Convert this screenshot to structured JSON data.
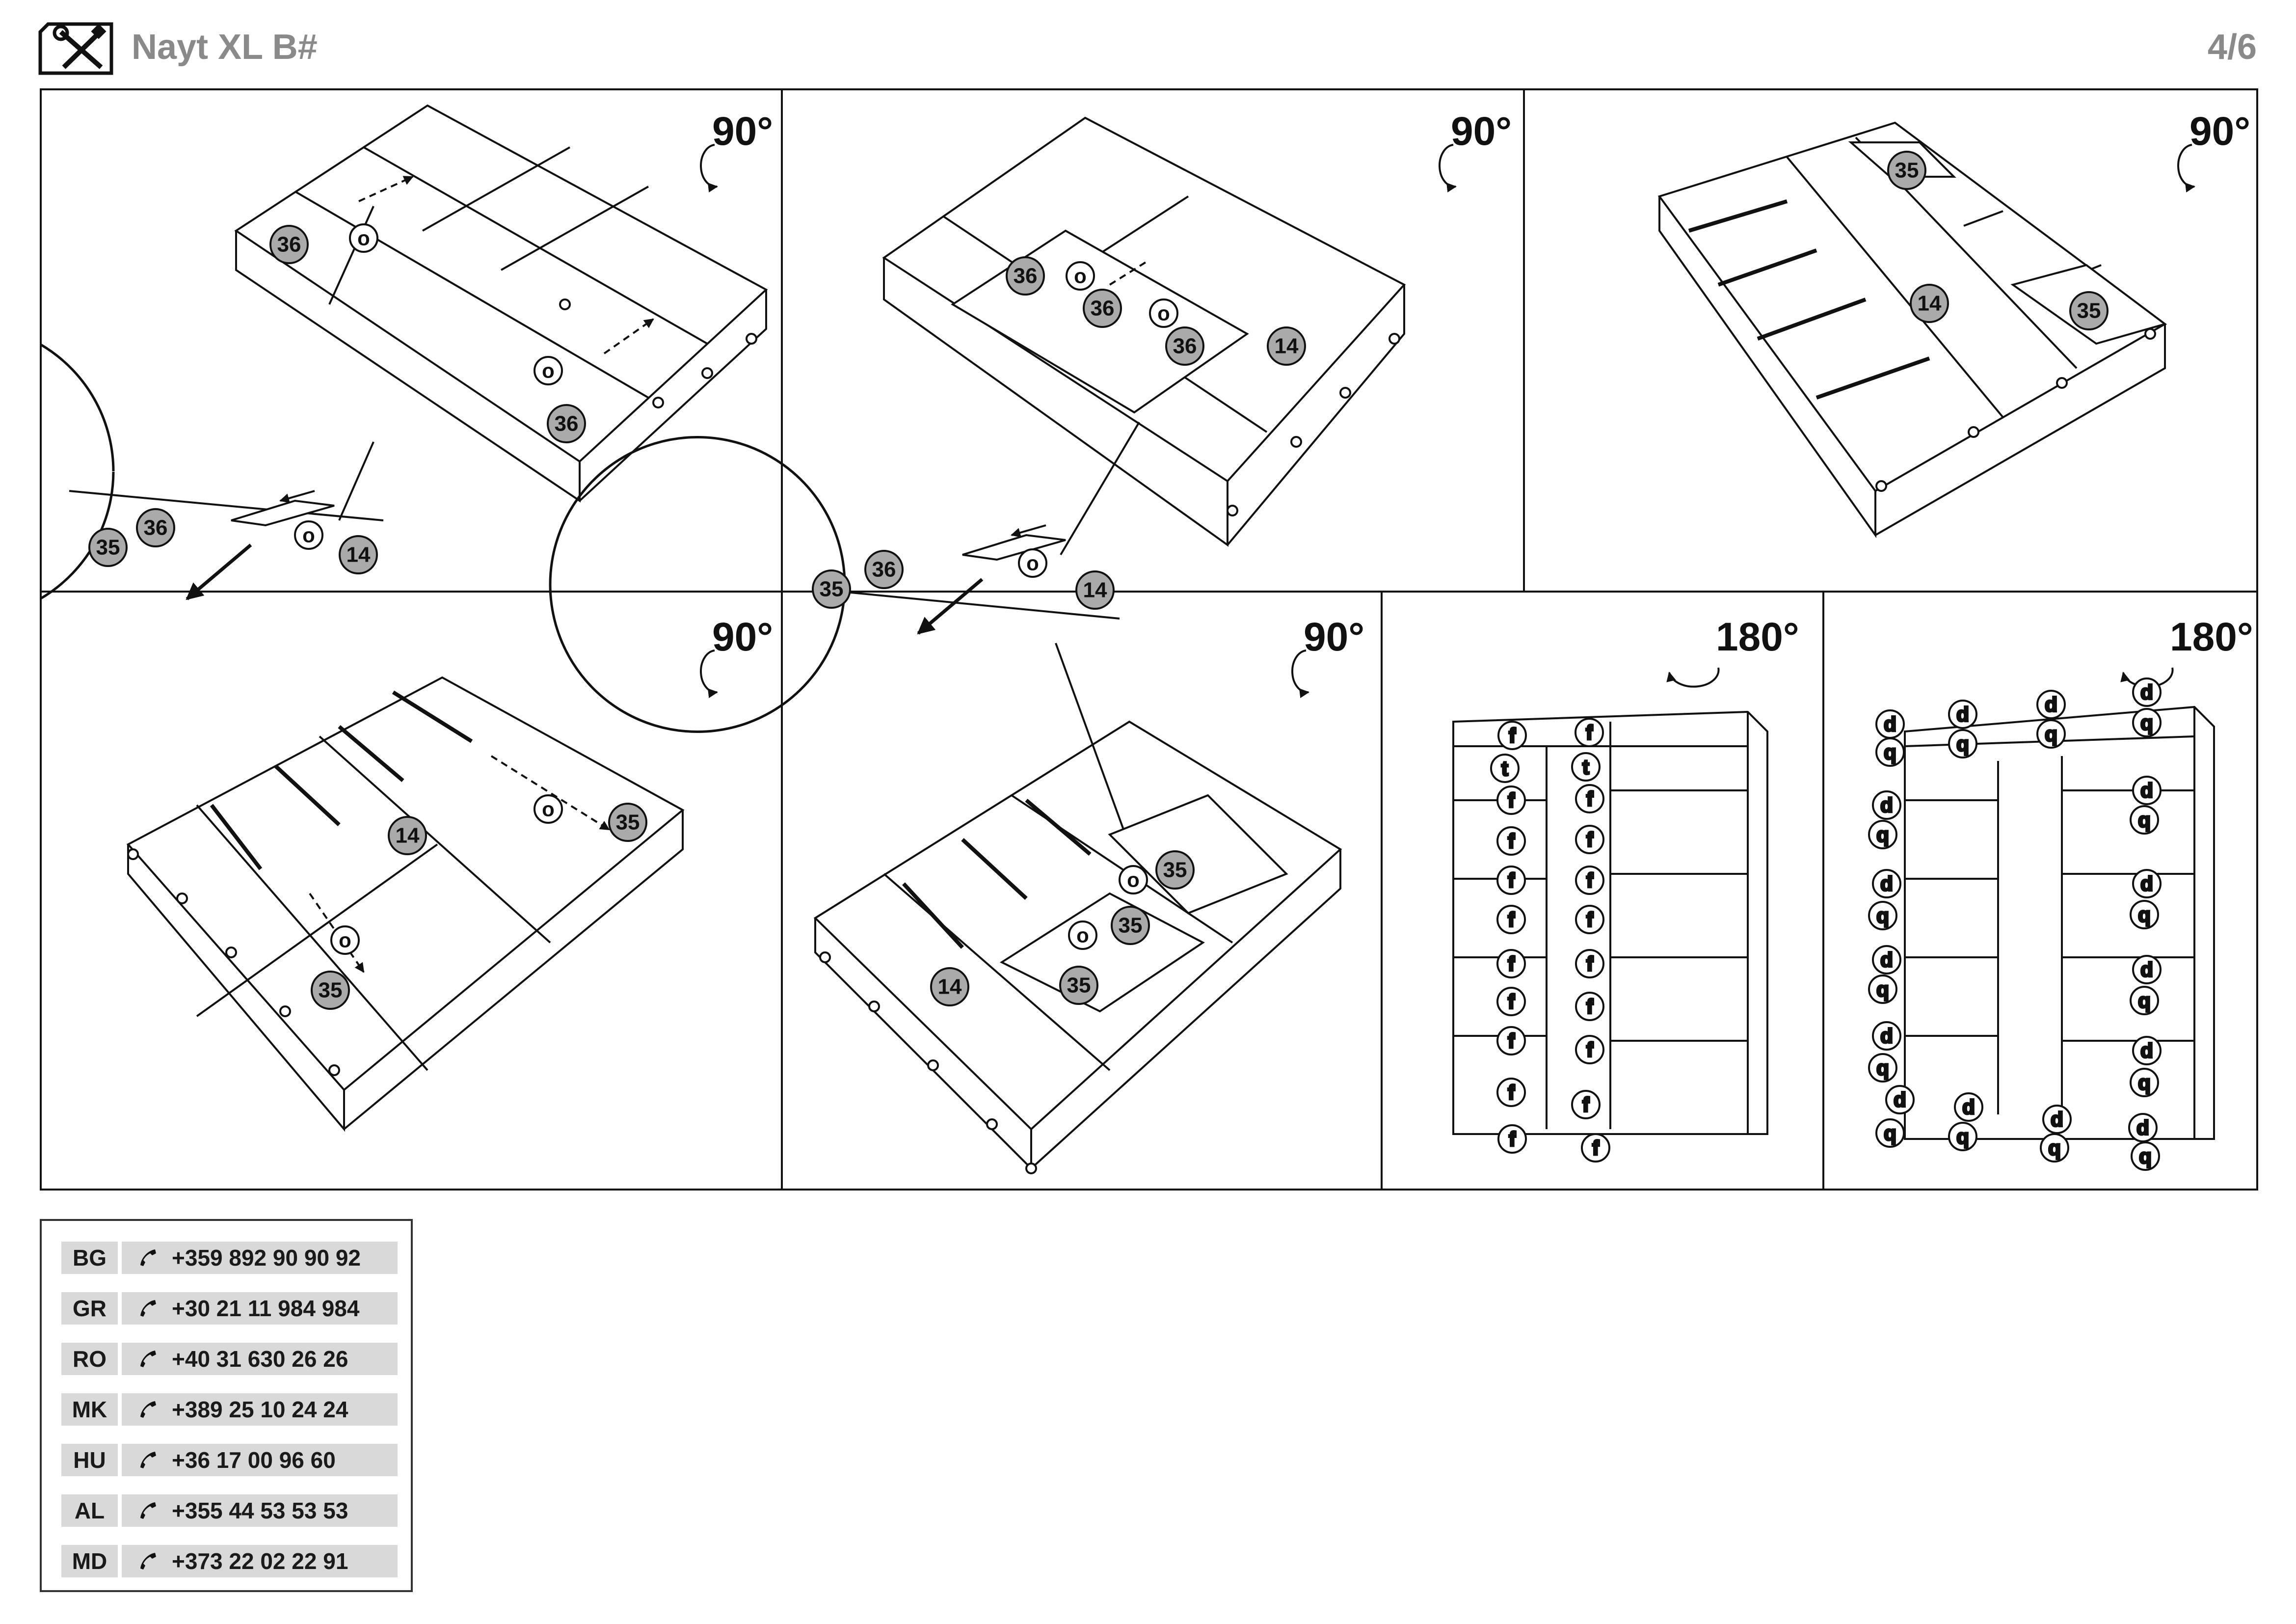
{
  "header": {
    "title": "Nayt XL B#",
    "page": "4/6",
    "icon": "tools-icon"
  },
  "steps": [
    {
      "rotation": "90°",
      "part_labels": [
        "36",
        "o",
        "o",
        "36",
        "35",
        "36",
        "o",
        "14"
      ]
    },
    {
      "rotation": "90°",
      "part_labels": [
        "36",
        "o",
        "36",
        "o",
        "36",
        "14",
        "35",
        "36",
        "o",
        "14"
      ]
    },
    {
      "rotation": "90°",
      "part_labels": [
        "35",
        "14",
        "35"
      ]
    },
    {
      "rotation": "90°",
      "part_labels": [
        "14",
        "o",
        "35",
        "o",
        "35"
      ]
    },
    {
      "rotation": "90°",
      "part_labels": [
        "o",
        "35",
        "o",
        "35",
        "14",
        "35"
      ]
    },
    {
      "rotation": "180°",
      "part_labels": [
        "f",
        "t"
      ]
    },
    {
      "rotation": "180°",
      "part_labels": [
        "d",
        "q"
      ]
    }
  ],
  "contacts": [
    {
      "code": "BG",
      "phone": "+359 892 90 90 92"
    },
    {
      "code": "GR",
      "phone": "+30 21 11 984 984"
    },
    {
      "code": "RO",
      "phone": "+40 31 630 26 26"
    },
    {
      "code": "MK",
      "phone": "+389 25 10 24 24"
    },
    {
      "code": "HU",
      "phone": "+36 17 00 96 60"
    },
    {
      "code": "AL",
      "phone": "+355 44 53 53 53"
    },
    {
      "code": "MD",
      "phone": "+373 22 02 22 91"
    }
  ],
  "icons": {
    "phone": "phone-icon",
    "rotation": "rotate-arrow-icon"
  }
}
